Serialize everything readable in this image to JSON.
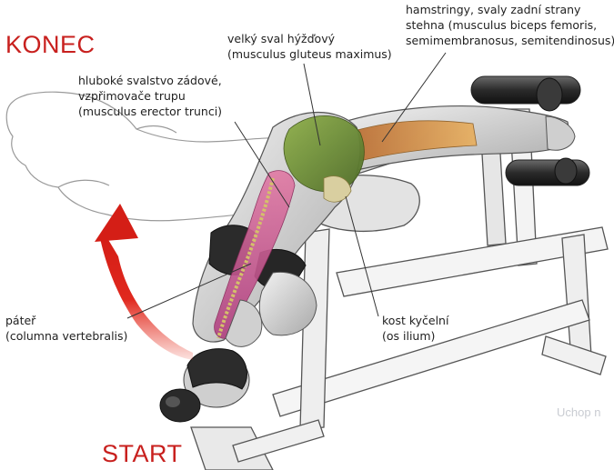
{
  "titles": {
    "end": "KONEC",
    "start": "START"
  },
  "labels": {
    "gluteus": {
      "line1": "velký sval hýžďový",
      "line2": "(musculus gluteus maximus)"
    },
    "hamstrings": {
      "line1": "hamstringy, svaly zadní strany",
      "line2": "stehna (musculus biceps femoris,",
      "line3": "semimembranosus, semitendinosus)"
    },
    "erector": {
      "line1": "hluboké svalstvo zádové,",
      "line2": "vzpřimovače trupu",
      "line3": "(musculus erector trunci)"
    },
    "spine": {
      "line1": "páteř",
      "line2": "(columna vertebralis)"
    },
    "ilium": {
      "line1": "kost kyčelní",
      "line2": "(os ilium)"
    }
  },
  "background_text": {
    "bottom": "Uchop n"
  },
  "colors": {
    "accent_red": "#c8201e",
    "arrow_red": "#d9261c",
    "skin": "#d9d9d9",
    "shirt": "#2a2a2a",
    "bench_frame": "#ececec",
    "bench_dark": "#3a3a3a",
    "muscle_gluteus": "#6f8f3a",
    "muscle_hamstring": "#c8863a",
    "muscle_erector": "#cf5a8a"
  }
}
